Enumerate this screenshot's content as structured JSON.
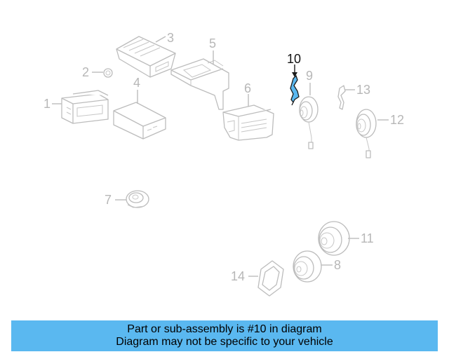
{
  "diagram": {
    "highlight_color": "#5ab8f0",
    "highlighted_part": "10",
    "callouts": [
      "1",
      "2",
      "3",
      "4",
      "5",
      "6",
      "7",
      "8",
      "9",
      "10",
      "11",
      "12",
      "13",
      "14"
    ]
  },
  "banner": {
    "line1": "Part or sub-assembly is #10 in diagram",
    "line2": "Diagram may not be specific to your vehicle",
    "background": "#5ab8f0"
  }
}
